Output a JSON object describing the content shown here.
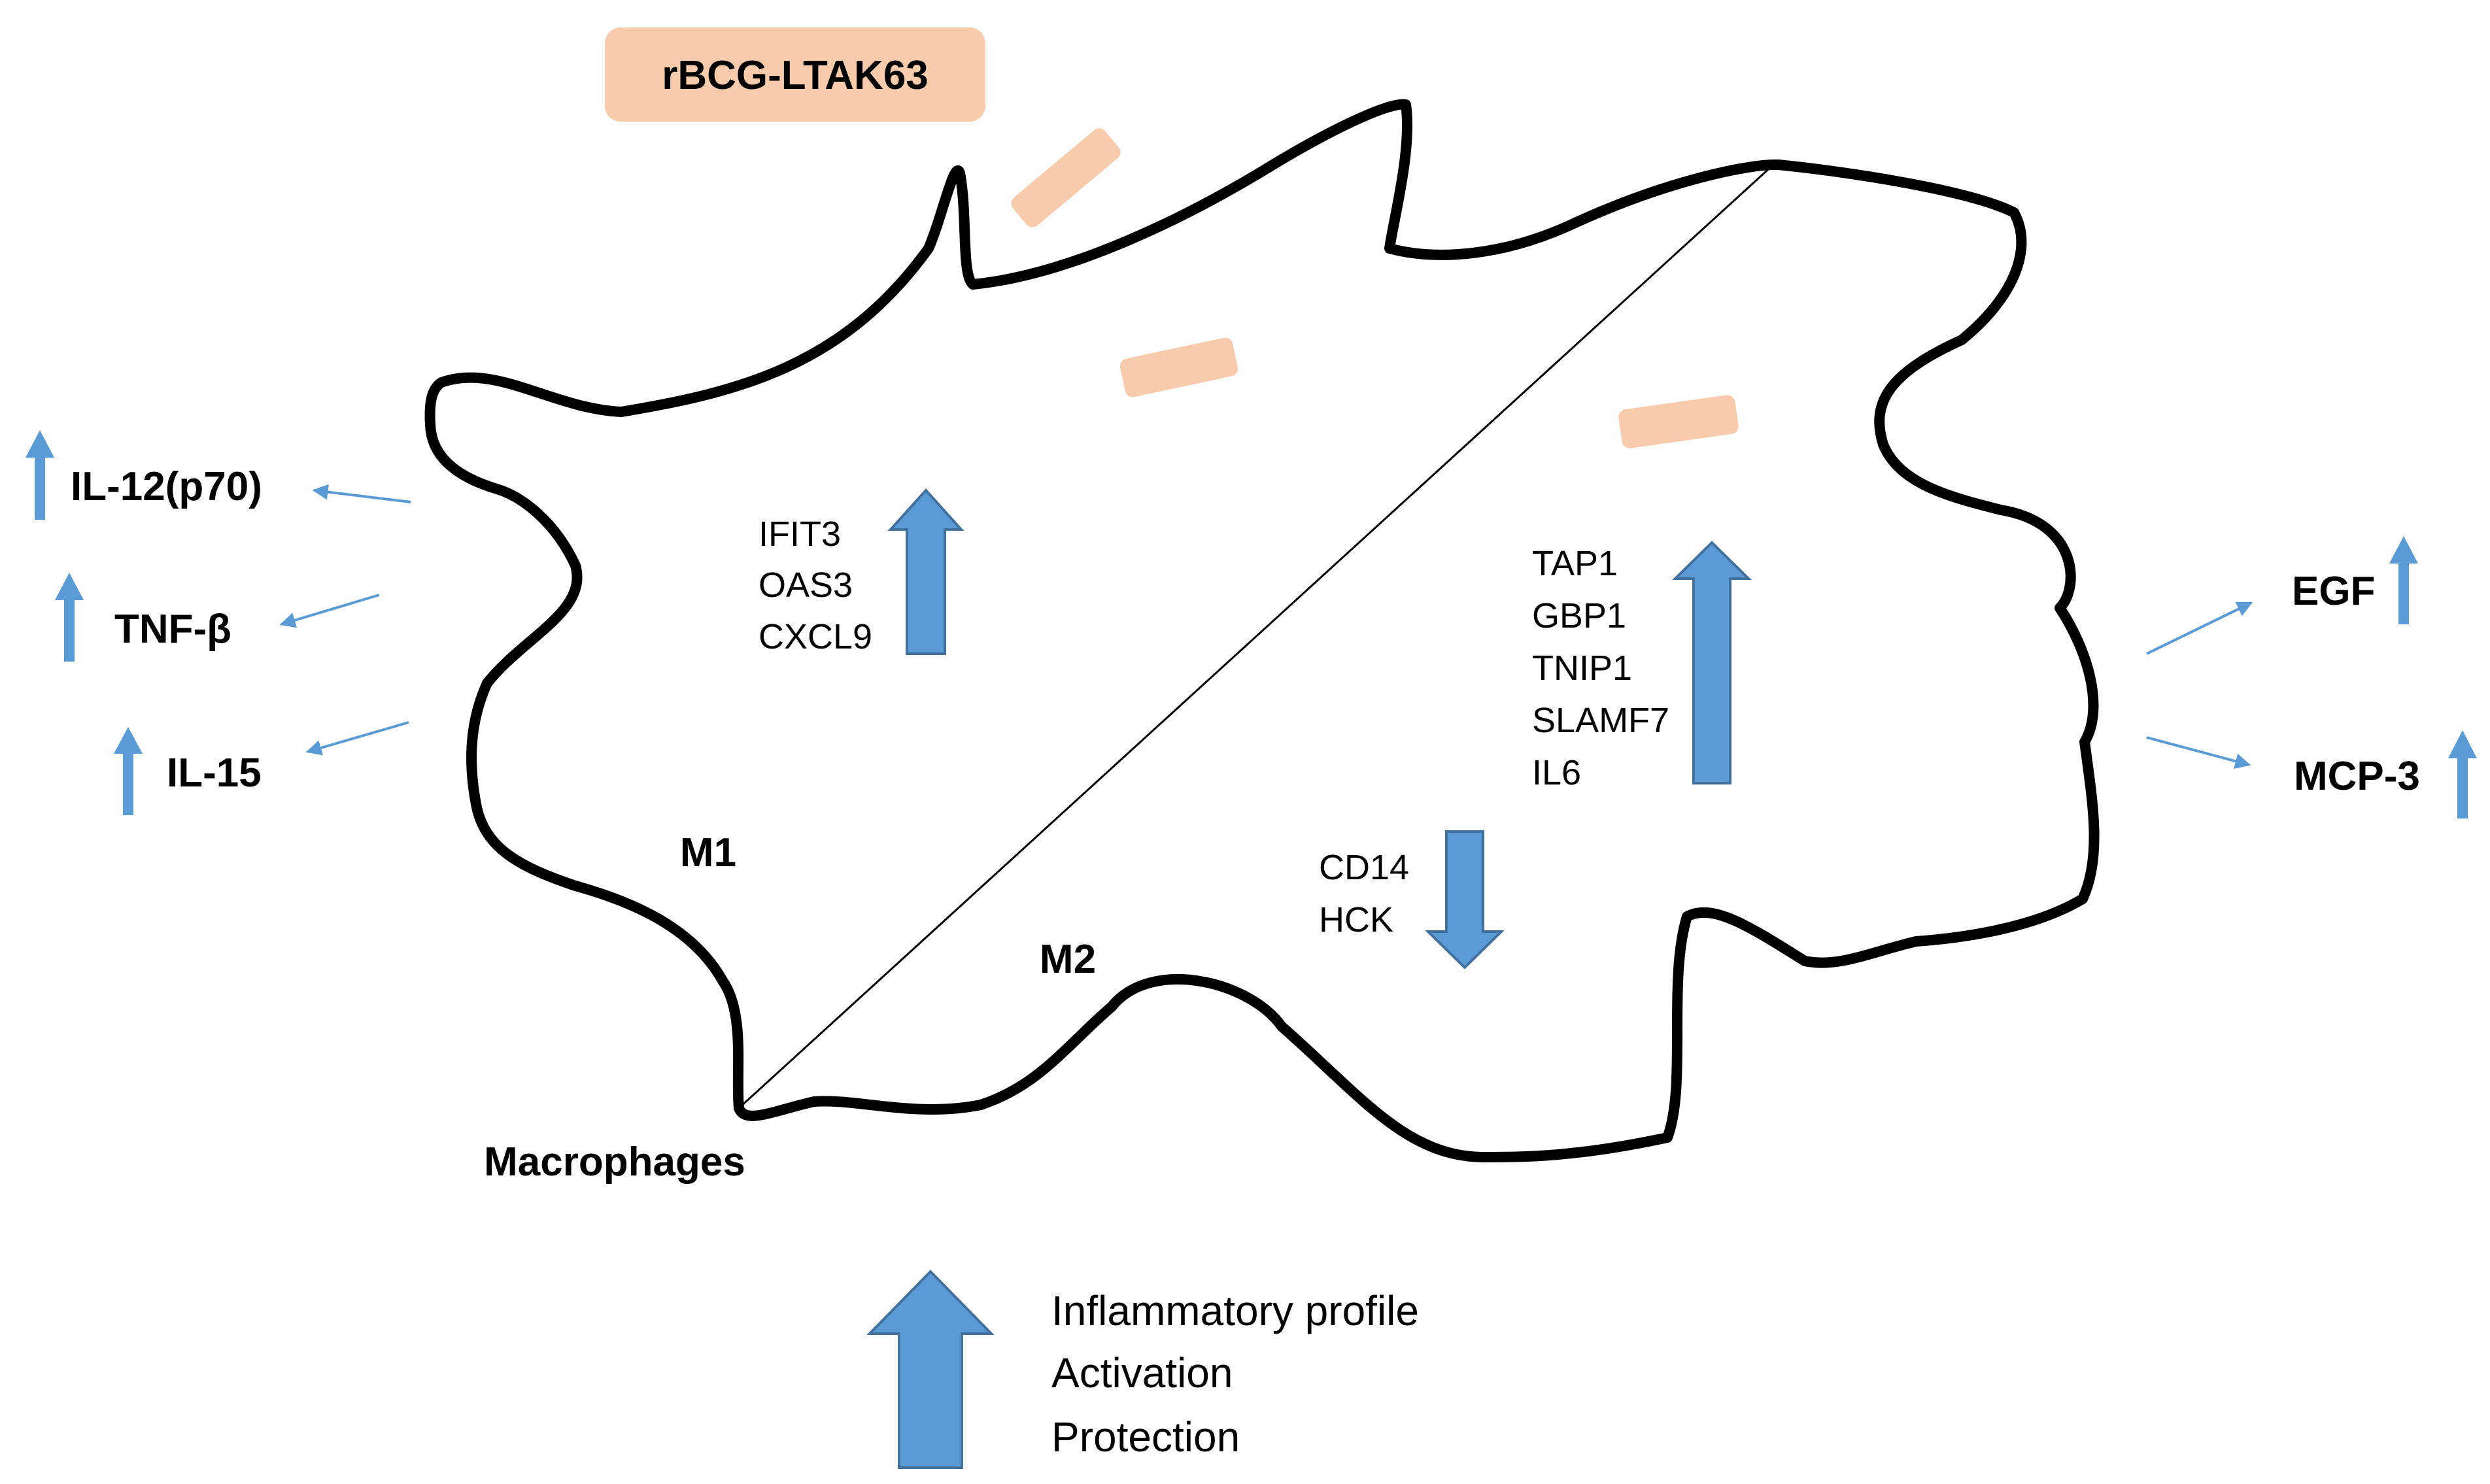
{
  "title": "rBCG-LTAK63",
  "cell_label": "Macrophages",
  "regions": {
    "m1": "M1",
    "m2": "M2"
  },
  "m1_up_genes": [
    "IFIT3",
    "OAS3",
    "CXCL9"
  ],
  "m2_up_genes": [
    "TAP1",
    "GBP1",
    "TNIP1",
    "SLAMF7",
    "IL6"
  ],
  "m2_down_genes": [
    "CD14",
    "HCK"
  ],
  "left_cytokines_up": [
    "IL-12(p70)",
    "TNF-β",
    "IL-15"
  ],
  "right_cytokines_up": [
    "EGF",
    "MCP-3"
  ],
  "outcomes": [
    "Inflammatory profile",
    "Activation",
    "Protection"
  ],
  "colors": {
    "arrow_fill": "#5b9bd5",
    "arrow_stroke": "#41719c",
    "bacteria": "#f8cbad",
    "membrane": "#000000"
  },
  "icons": {
    "up_arrow": "thick-up-arrow",
    "down_arrow": "thick-down-arrow",
    "secretion_arrow": "thin-arrow"
  }
}
